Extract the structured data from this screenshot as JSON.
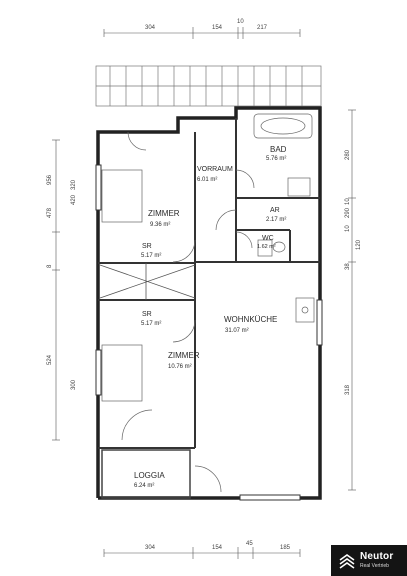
{
  "rooms": {
    "bad": {
      "name": "BAD",
      "area": "5.76 m²"
    },
    "vorraum": {
      "name": "VORRAUM",
      "area": "6.01 m²"
    },
    "ar": {
      "name": "AR",
      "area": "2.17 m²"
    },
    "wc": {
      "name": "WC",
      "area": "1.62 m²"
    },
    "zimmer1": {
      "name": "ZIMMER",
      "area": "9.36 m²"
    },
    "sr1": {
      "name": "SR",
      "area": "5.17 m²"
    },
    "sr2": {
      "name": "SR",
      "area": "5.17 m²"
    },
    "wohnkueche": {
      "name": "WOHNKÜCHE",
      "area": "31.07 m²"
    },
    "zimmer2": {
      "name": "ZIMMER",
      "area": "10.76 m²"
    },
    "loggia": {
      "name": "LOGGIA",
      "area": "6.24 m²"
    }
  },
  "dimensions": {
    "top": [
      "304",
      "154",
      "10",
      "217"
    ],
    "bottom": [
      "304",
      "154",
      "45",
      "185"
    ],
    "left": [
      "956",
      "320",
      "478",
      "420",
      "8",
      "524",
      "300"
    ],
    "right": [
      "280",
      "10",
      "290",
      "10",
      "120",
      "38",
      "318"
    ]
  },
  "brand": {
    "name": "Neutor",
    "subtitle": "Real Vertrieb",
    "icon": "neutor-logo-icon"
  }
}
